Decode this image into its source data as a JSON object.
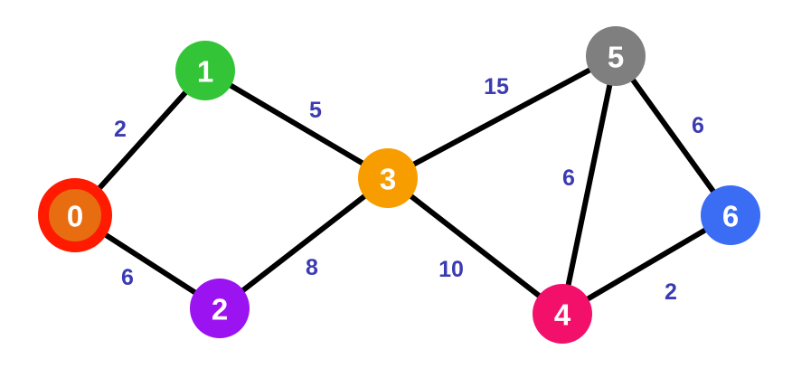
{
  "graph": {
    "nodes": [
      {
        "id": "0",
        "label": "0",
        "color": "#e86d10",
        "ring_color": "#ff1a00",
        "start": true
      },
      {
        "id": "1",
        "label": "1",
        "color": "#34c438"
      },
      {
        "id": "2",
        "label": "2",
        "color": "#9b13f0"
      },
      {
        "id": "3",
        "label": "3",
        "color": "#f79d00"
      },
      {
        "id": "4",
        "label": "4",
        "color": "#f2106b"
      },
      {
        "id": "5",
        "label": "5",
        "color": "#7f7f7f"
      },
      {
        "id": "6",
        "label": "6",
        "color": "#3a6cf4"
      }
    ],
    "edges": [
      {
        "from": "0",
        "to": "1",
        "weight": "2"
      },
      {
        "from": "0",
        "to": "2",
        "weight": "6"
      },
      {
        "from": "1",
        "to": "3",
        "weight": "5"
      },
      {
        "from": "2",
        "to": "3",
        "weight": "8"
      },
      {
        "from": "3",
        "to": "5",
        "weight": "15"
      },
      {
        "from": "3",
        "to": "4",
        "weight": "10"
      },
      {
        "from": "4",
        "to": "5",
        "weight": "6"
      },
      {
        "from": "5",
        "to": "6",
        "weight": "6"
      },
      {
        "from": "4",
        "to": "6",
        "weight": "2"
      }
    ],
    "weight_color": "#3b3bb3",
    "edge_color": "#000000"
  }
}
